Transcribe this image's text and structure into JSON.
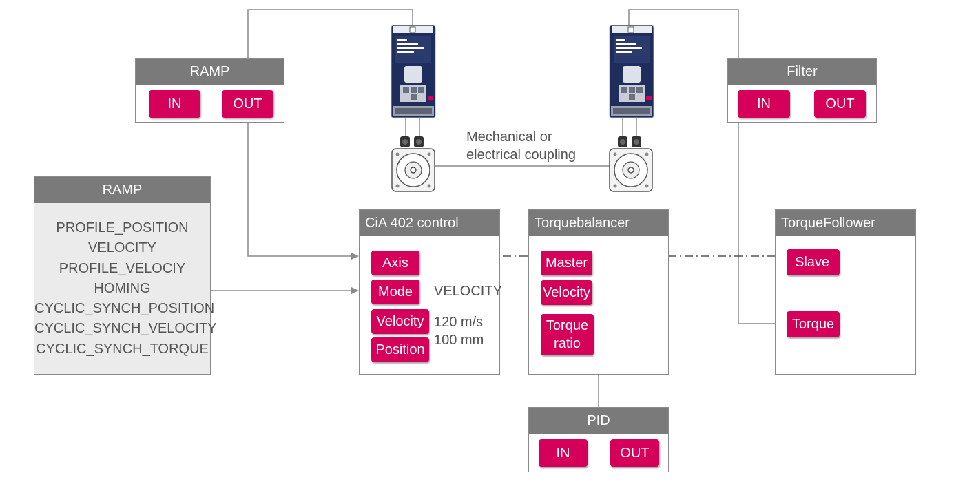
{
  "ramp_top": {
    "title": "RAMP",
    "in_label": "IN",
    "out_label": "OUT"
  },
  "filter": {
    "title": "Filter",
    "in_label": "IN",
    "out_label": "OUT"
  },
  "ramp_modes": {
    "title": "RAMP",
    "items": [
      "PROFILE_POSITION",
      "VELOCITY",
      "PROFILE_VELOCIY",
      "HOMING",
      "CYCLIC_SYNCH_POSITION",
      "CYCLIC_SYNCH_VELOCITY",
      "CYCLIC_SYNCH_TORQUE"
    ]
  },
  "cia402": {
    "title": "CiA 402 control",
    "axis": "Axis",
    "mode": "Mode",
    "velocity": "Velocity",
    "position": "Position",
    "mode_value": "VELOCITY",
    "velocity_value": "120 m/s",
    "position_value": "100 mm"
  },
  "torquebalancer": {
    "title": "Torquebalancer",
    "master": "Master",
    "velocity": "Velocity",
    "torque_ratio_line1": "Torque",
    "torque_ratio_line2": "ratio"
  },
  "torquefollower": {
    "title": "TorqueFollower",
    "slave": "Slave",
    "torque": "Torque"
  },
  "pid": {
    "title": "PID",
    "in_label": "IN",
    "out_label": "OUT"
  },
  "coupling": {
    "line1": "Mechanical or",
    "line2": "electrical coupling"
  },
  "colors": {
    "accent": "#d4005a",
    "header": "#7a7a7a",
    "wire": "#8a8a8a",
    "drive": "#1f2d5c"
  }
}
